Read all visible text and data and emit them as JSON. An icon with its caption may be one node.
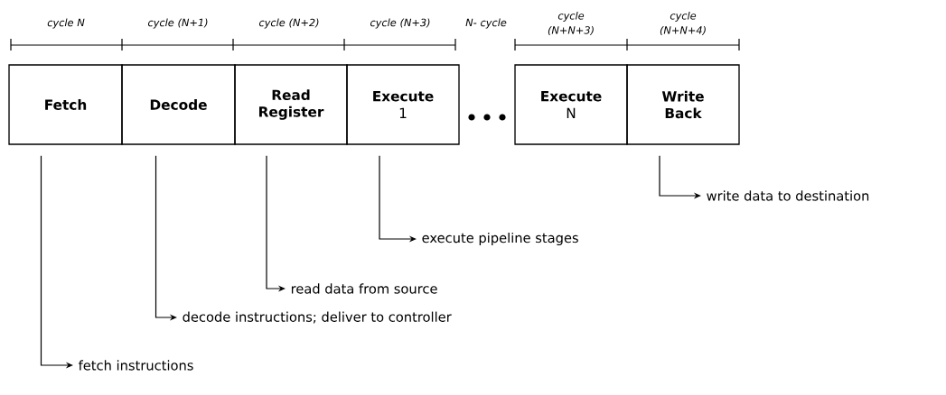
{
  "diagram": {
    "nodes": [
      {
        "text": [
          "Fetch"
        ]
      },
      {
        "text": [
          "Decode"
        ]
      },
      {
        "text": [
          "Read Register"
        ]
      },
      {
        "text": [
          "Execute",
          "1"
        ]
      },
      {
        "text": [
          "Execute",
          "N"
        ]
      },
      {
        "text": [
          "Write Back"
        ]
      },
      {
        "text": [
          "write data to destination"
        ]
      },
      {
        "text": [
          "execute pipeline stages"
        ]
      },
      {
        "text": [
          "read data from source"
        ]
      },
      {
        "text": [
          "decode instructions; deliver to controller"
        ]
      },
      {
        "text": [
          "fetch instructions"
        ]
      }
    ],
    "edges": [
      {
        "from": 5,
        "to": 6,
        "arrow": "to"
      },
      {
        "from": 3,
        "to": 7,
        "arrow": "to"
      },
      {
        "from": 2,
        "to": 8,
        "arrow": "to"
      },
      {
        "from": 1,
        "to": 9,
        "arrow": "to"
      },
      {
        "from": 0,
        "to": 10,
        "arrow": "to"
      }
    ],
    "labels": [
      "cycle N",
      "cycle (N+1)",
      "cycle (N+2)",
      "cycle (N+3)",
      "N- cycle",
      "cycle (N+N+3)",
      "cycle (N+N+4)"
    ]
  }
}
